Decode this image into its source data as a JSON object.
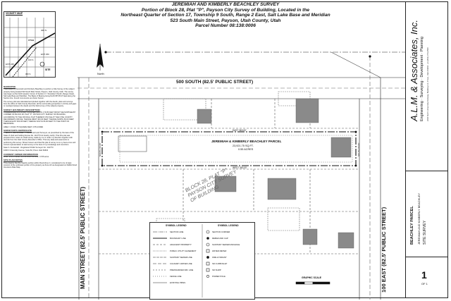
{
  "title": {
    "line1": "JEREMIAH AND KIMBERLY BEACHLEY SURVEY",
    "line2": "Portion of Block 28, Plat \"P\", Payson City Survey of Building, Located in the",
    "line3": "Northeast Quarter of Section 17, Township 9 South, Range 2 East, Salt Lake Base and Meridian",
    "line4": "523 South Main Street, Payson, Utah County, Utah",
    "line5": "Parcel Number 08:138:0006"
  },
  "vicinity": {
    "title": "VICINITY MAP",
    "site": "SITE",
    "labels": [
      "400 N",
      "UTAH",
      "EXIT 248",
      "EXIT 250",
      "100 S",
      "300 S"
    ]
  },
  "north_label": "North",
  "streets": {
    "top": "500 SOUTH (82.5' PUBLIC STREET)",
    "left": "MAIN STREET (82.5' PUBLIC STREET)",
    "right": "100 EAST (82.5' PUBLIC STREET)"
  },
  "parcel": {
    "name": "JEREMIAH & KIMBERLY BEACHLEY PARCEL",
    "area1": "23,921.75 SQ.FT.",
    "area2": "0.55 ACRES",
    "east_bearing": "EAST 363.00'",
    "west_bearing": "WEST 363.00'",
    "north_bearing": "NORTH 66.00'",
    "south_bearing": "SOUTH 66.00'"
  },
  "plat_label": [
    "BLOCK 28, PLAT \"P\"",
    "PAYSON CITY SURVEY",
    "OF BUILDING"
  ],
  "notes": {
    "narrative_head": "NARRATIVE",
    "narrative": "I was asked by Jeremiah and Kimberly Beachley to perform a Site Survey of the subject property being located 523 South Main Street, Payson, Utah County, Utah. The survey was begun at the North Quarter Corner of Section 17, Township 9 South, Range 2 East, Salt Lake Base and Meridian. The Basis of Bearing being North 89°26'14\" East along the Section line. Found monuments as shown hereon.",
    "narrative2": "The survey plat was calculated and plotted together with the deeds, plats and surveys from the office of Utah County Recorder, all the surrounding properties in vicinity and gaps or overlaps between the deeds and the field survey of the subject property.",
    "desc_head": "SURVEY BOUNDARY DESCRIPTION",
    "desc": "COMMENCING AT A POINT LOCATED SOUTH 179.95 FEET FROM THE NORTHEAST CORNER OF BLOCK 28, PLAT \"P\", PAYSON CITY SURVEY OF BUILDING; ACCORDING TO THE OFFICIAL PLAT THEREOF ON FILE AT THE UTAH COUNTY RECORDER'S OFFICE; THENCE WEST 363.00 FEET; THENCE NORTH 66.00 FEET; THENCE EAST 363.00 FEET; THENCE SOUTH 66.00 FEET TO THE POINT OF BEGINNING.",
    "area": "AREA = 23,921.75 SQUARE FEET, 0.55 ACRES",
    "cert_head": "SURVEYOR'S CERTIFICATE",
    "cert": "I, SEAN A. FERNANDEZ, Professional Land Surveyor, as prescribed by the laws of the State of Utah and holding license No. 11/2773 do hereby certify: That this plat was prepared from notes of a field survey made by me or under my direction together with records from the Utah County Recorder's Office. That any data and easements is performing this survey. Shown hereon and that this plat of survey is to my best a true and correct representation of said survey to the best of my knowledge and conviction.",
    "signer": "Sean A. Fernandez - Registered Public Surveyor No. 11/2773",
    "address": "1000 N University Avenue, Suite 82, Provo Utah 84604",
    "contact_head": "CURRENT OWNER INFORMATION",
    "contact": "Zone: 'R-1-6'  Parcel: 08:138:0006  Lot Area = 0.55 acres",
    "fema_head": "SITE PLAN NOTES",
    "fema": "This property has the majority portion within Flood Zone C, considered to be of least concern of the northwest portion of the property as Zone AF as designated on FEMA Flood Insurance Rate Map."
  },
  "title_block": {
    "firm": "A.L.M. & Associates, Inc.",
    "services": "Engineering · Surveying · Development · Planning",
    "firm_address": "2230 North University Parkway, Building 2-F, Provo, Utah 84604 · ph (801) 374-2500",
    "project1": "BEACHLEY PARCEL",
    "project2": "JEREMIAH AND KIMBERLY BEACHLEY",
    "project3": "SITE SURVEY",
    "sheet": "1",
    "sheet_of": "OF 1"
  },
  "legend": {
    "head1": "SYMBOL LEGEND",
    "head2": "SYMBOL LEGEND",
    "left": [
      "SECTION LINE",
      "BOUNDARY LINE",
      "ADJACENT PROPERTY",
      "PUBLIC UTILITY EASEMENT",
      "SANITARY SEWER LINE",
      "CULINARY WATER LINE",
      "PRESSURIZED IRR. LINE",
      "FENCE LINE",
      "EXISTING PIPES"
    ],
    "right": [
      "SECTION CORNER",
      "REBAR AND CAP",
      "SANITARY SEWER MANHOLE",
      "WATER METER",
      "FIRE HYDRANT",
      "SD CURB INLET",
      "SD SUMP",
      "POWER POLE"
    ]
  },
  "scale_label": "GRAPHIC SCALE",
  "colors": {
    "building": "#8a8a8a",
    "line": "#222222",
    "dash": "#555555"
  }
}
